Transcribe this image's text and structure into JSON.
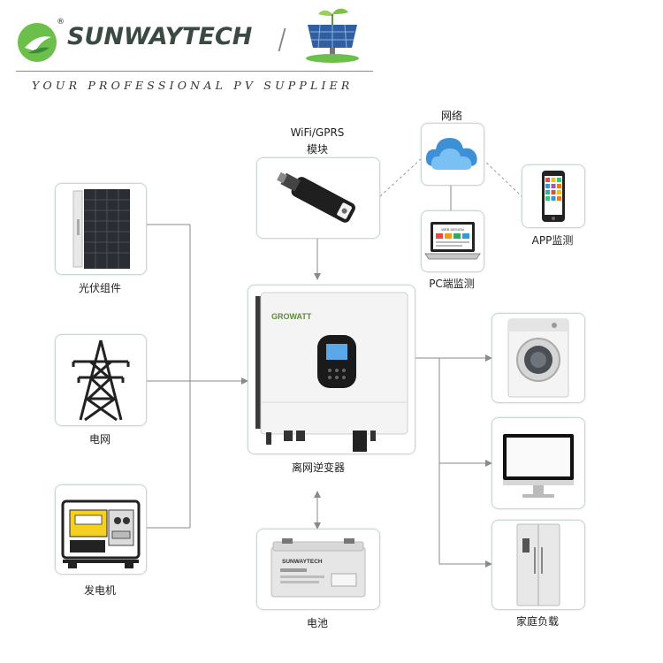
{
  "header": {
    "brand": "SUNWAYTECH",
    "registered": "®",
    "tagline": "YOUR PROFESSIONAL PV SUPPLIER"
  },
  "nodes": {
    "pv_module": "光伏组件",
    "grid": "电网",
    "generator": "发电机",
    "wifi_module_line1": "WiFi/GPRS",
    "wifi_module_line2": "模块",
    "network": "网络",
    "pc_monitor": "PC端监测",
    "app_monitor": "APP监测",
    "inverter": "离网逆变器",
    "battery": "电池",
    "home_load": "家庭负载"
  },
  "product_text": {
    "inverter_brand": "GROWATT",
    "battery_brand": "SUNWAYTECH",
    "laptop_screen": "WEB DESIGN"
  },
  "colors": {
    "brand_green": "#5cb85c",
    "box_border": "#c9d9cf",
    "connector": "#8a8a8a"
  }
}
